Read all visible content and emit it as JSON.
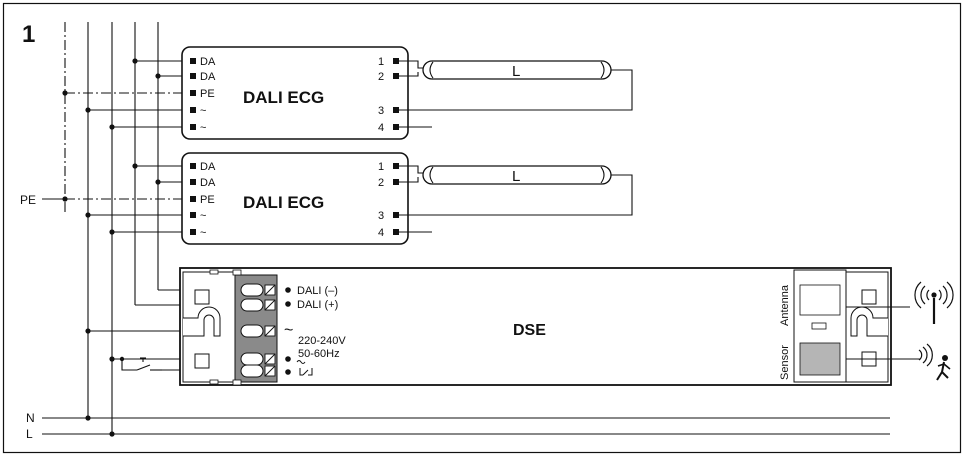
{
  "figure_number": "1",
  "pe_label": "PE",
  "bus_labels": {
    "neutral": "N",
    "line": "L"
  },
  "ecg": {
    "title": "DALI ECG",
    "left_terminals": [
      "DA",
      "DA",
      "PE",
      "~",
      "~"
    ],
    "right_terminals": [
      "1",
      "2",
      "3",
      "4"
    ],
    "lamp_label": "L"
  },
  "dse": {
    "title": "DSE",
    "dali_minus": "DALI (–)",
    "dali_plus": "DALI (+)",
    "tilde": "~",
    "voltage": "220-240V",
    "frequency": "50-60Hz",
    "antenna_label": "Antenna",
    "sensor_label": "Sensor"
  },
  "icons": [
    "antenna-icon",
    "motion-sensor-person-icon",
    "pushbutton-switch-icon"
  ]
}
